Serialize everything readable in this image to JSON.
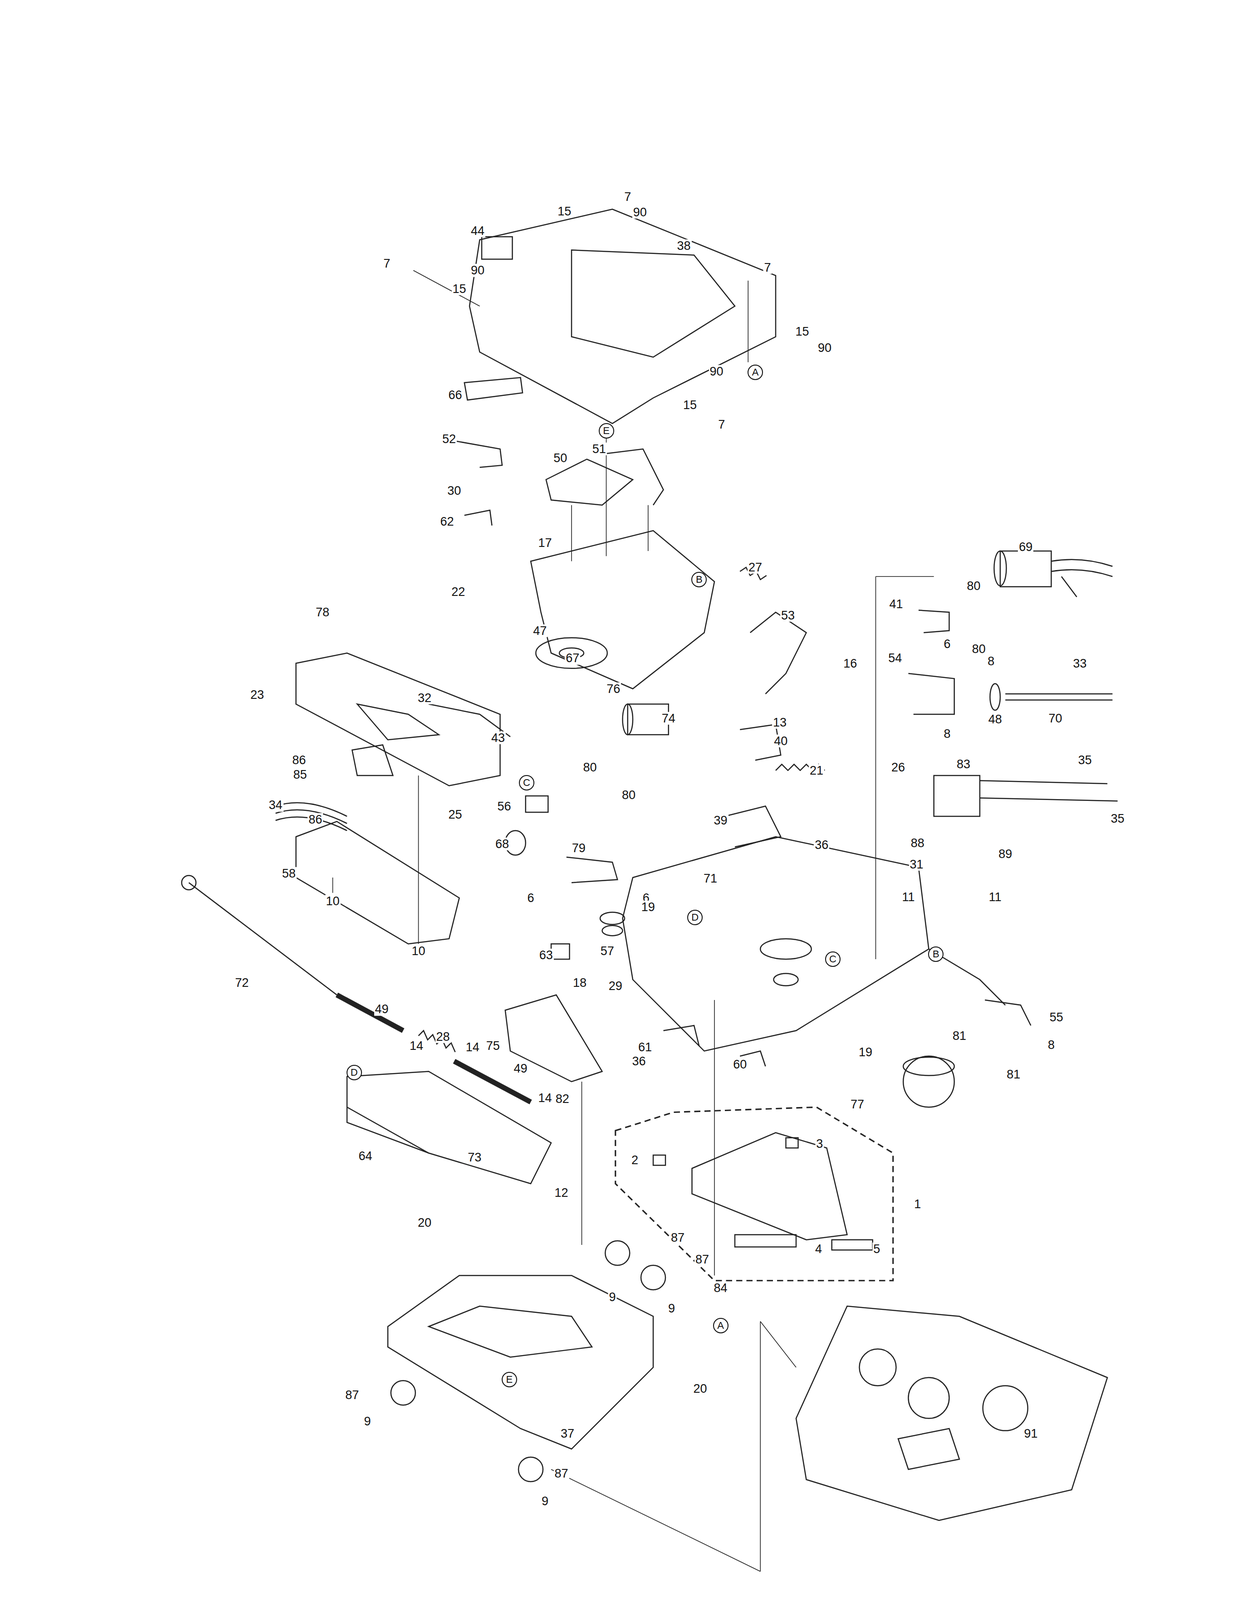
{
  "diagram": {
    "labels": [
      "7",
      "15",
      "90",
      "44",
      "38",
      "7",
      "15",
      "90",
      "7",
      "15",
      "90",
      "A",
      "90",
      "66",
      "15",
      "7",
      "E",
      "52",
      "51",
      "50",
      "30",
      "62",
      "17",
      "B",
      "27",
      "22",
      "47",
      "67",
      "53",
      "16",
      "76",
      "23",
      "78",
      "32",
      "43",
      "41",
      "80",
      "69",
      "6",
      "80",
      "33",
      "54",
      "8",
      "48",
      "70",
      "8",
      "26",
      "13",
      "40",
      "21",
      "74",
      "80",
      "80",
      "86",
      "85",
      "C",
      "86",
      "34",
      "25",
      "56",
      "83",
      "35",
      "35",
      "39",
      "36",
      "88",
      "89",
      "68",
      "79",
      "58",
      "6",
      "6",
      "71",
      "31",
      "11",
      "11",
      "10",
      "D",
      "19",
      "B",
      "C",
      "10",
      "57",
      "63",
      "72",
      "18",
      "29",
      "61",
      "55",
      "8",
      "75",
      "36",
      "49",
      "14",
      "28",
      "14",
      "60",
      "19",
      "81",
      "81",
      "77",
      "49",
      "D",
      "14",
      "82",
      "3",
      "2",
      "1",
      "64",
      "73",
      "12",
      "20",
      "87",
      "87",
      "4",
      "5",
      "9",
      "9",
      "84",
      "A",
      "20",
      "87",
      "9",
      "E",
      "37",
      "91",
      "87",
      "9"
    ]
  }
}
